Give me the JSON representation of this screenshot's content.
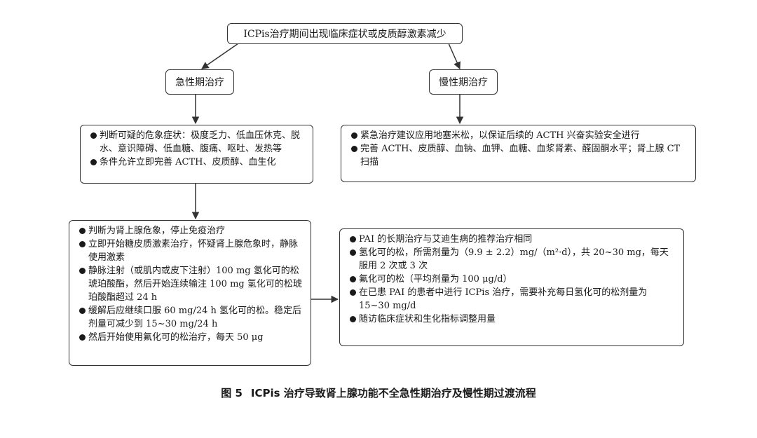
{
  "diagram": {
    "top": {
      "label": "ICPis治疗期间出现临床症状或皮质醇激素减少"
    },
    "acute": {
      "label": "急性期治疗",
      "assessment_items": [
        "判断可疑的危象症状：极度乏力、低血压休克、脱水、意识障碍、低血糖、腹痛、呕吐、发热等",
        "条件允许立即完善 ACTH、皮质醇、血生化"
      ],
      "treatment_items": [
        "判断为肾上腺危象，停止免疫治疗",
        "立即开始糖皮质激素治疗，怀疑肾上腺危象时，静脉使用激素",
        "静脉注射（或肌内或皮下注射）100 mg 氢化可的松琥珀酸酯，然后开始连续输注 100 mg 氢化可的松琥珀酸酯超过 24 h",
        "缓解后应继续口服 60 mg/24 h 氢化可的松。稳定后剂量可减少到 15~30 mg/24 h",
        "然后开始使用氟化可的松治疗，每天 50 μg"
      ]
    },
    "chronic": {
      "label": "慢性期治疗",
      "assessment_items": [
        "紧急治疗建议应用地塞米松，以保证后续的 ACTH 兴奋实验安全进行",
        "完善 ACTH、皮质醇、血钠、血钾、血糖、血浆肾素、醛固酮水平；肾上腺 CT 扫描"
      ],
      "treatment_items": [
        "PAI 的长期治疗与艾迪生病的推荐治疗相同",
        "氢化可的松，所需剂量为（9.9 ± 2.2）mg/（m²·d），共 20~30 mg，每天服用 2 次或 3 次",
        "氟化可的松（平均剂量为 100 μg/d）",
        "在已患 PAI 的患者中进行 ICPis 治疗，需要补充每日氢化可的松剂量为 15~30 mg/d",
        "随访临床症状和生化指标调整用量"
      ]
    }
  },
  "caption": {
    "number": "图 5",
    "text": "ICPis 治疗导致肾上腺功能不全急性期治疗及慢性期过渡流程"
  }
}
